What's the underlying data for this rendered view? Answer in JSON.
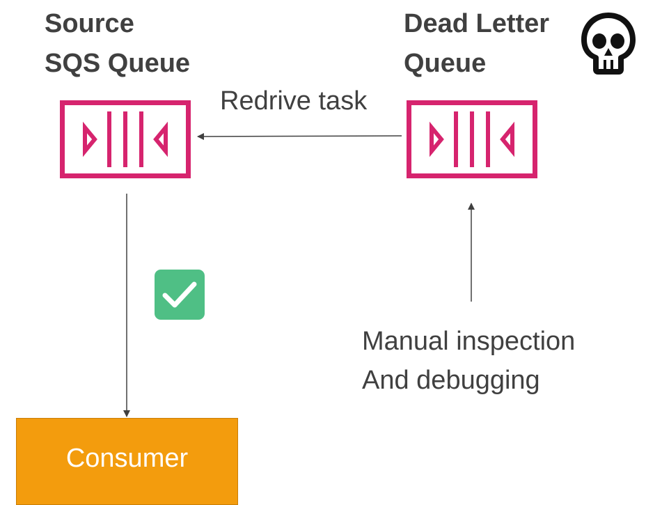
{
  "source_queue": {
    "title_line1": "Source",
    "title_line2": "SQS Queue",
    "icon": "sqs-queue-icon"
  },
  "dead_letter_queue": {
    "title_line1": "Dead Letter",
    "title_line2": "Queue",
    "icon": "sqs-queue-icon",
    "badge_icon": "skull-icon"
  },
  "redrive": {
    "label": "Redrive task"
  },
  "success": {
    "icon": "check-icon"
  },
  "manual": {
    "line1": "Manual inspection",
    "line2": "And debugging"
  },
  "consumer": {
    "label": "Consumer"
  },
  "colors": {
    "queue": "#d6246e",
    "consumer_fill": "#f39c0d",
    "check": "#4fbf85",
    "text": "#404040"
  }
}
